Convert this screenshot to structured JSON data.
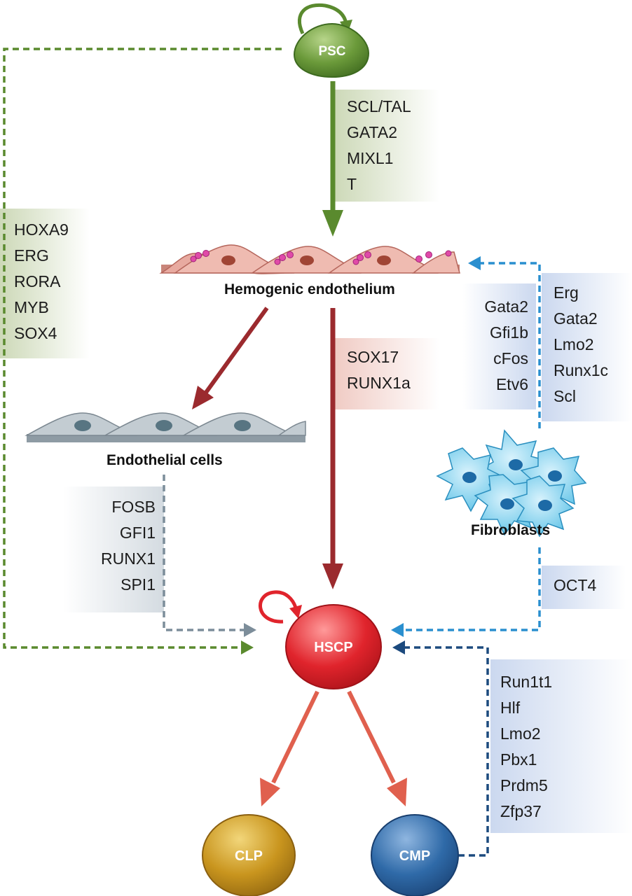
{
  "cells": {
    "psc": "PSC",
    "hscp": "HSCP",
    "clp": "CLP",
    "cmp": "CMP"
  },
  "labels": {
    "hemogenic": "Hemogenic endothelium",
    "endothelial": "Endothelial cells",
    "fibroblasts": "Fibroblasts"
  },
  "factors": {
    "psc_to_hemogenic": [
      "SCL/TAL",
      "GATA2",
      "MIXL1",
      "T"
    ],
    "psc_to_hscp": [
      "HOXA9",
      "ERG",
      "RORA",
      "MYB",
      "SOX4"
    ],
    "hemogenic_to_hscp": [
      "SOX17",
      "RUNX1a"
    ],
    "endothelial_to_hscp": [
      "FOSB",
      "GFI1",
      "RUNX1",
      "SPI1"
    ],
    "fibroblast_to_hemogenic_a": [
      "Gata2",
      "Gfi1b",
      "cFos",
      "Etv6"
    ],
    "fibroblast_to_hemogenic_b": [
      "Erg",
      "Gata2",
      "Lmo2",
      "Runx1c",
      "Scl"
    ],
    "fibroblast_to_hscp": [
      "OCT4"
    ],
    "cmp_to_hscp": [
      "Run1t1",
      "Hlf",
      "Lmo2",
      "Pbx1",
      "Prdm5",
      "Zfp37"
    ]
  },
  "colors": {
    "green": "#5a8a2e",
    "dark_red": "#9b2a2e",
    "salmon": "#e0604e",
    "steel": "#7c8d9a",
    "light_blue": "#2a8fcf",
    "navy": "#1c4a7e"
  }
}
